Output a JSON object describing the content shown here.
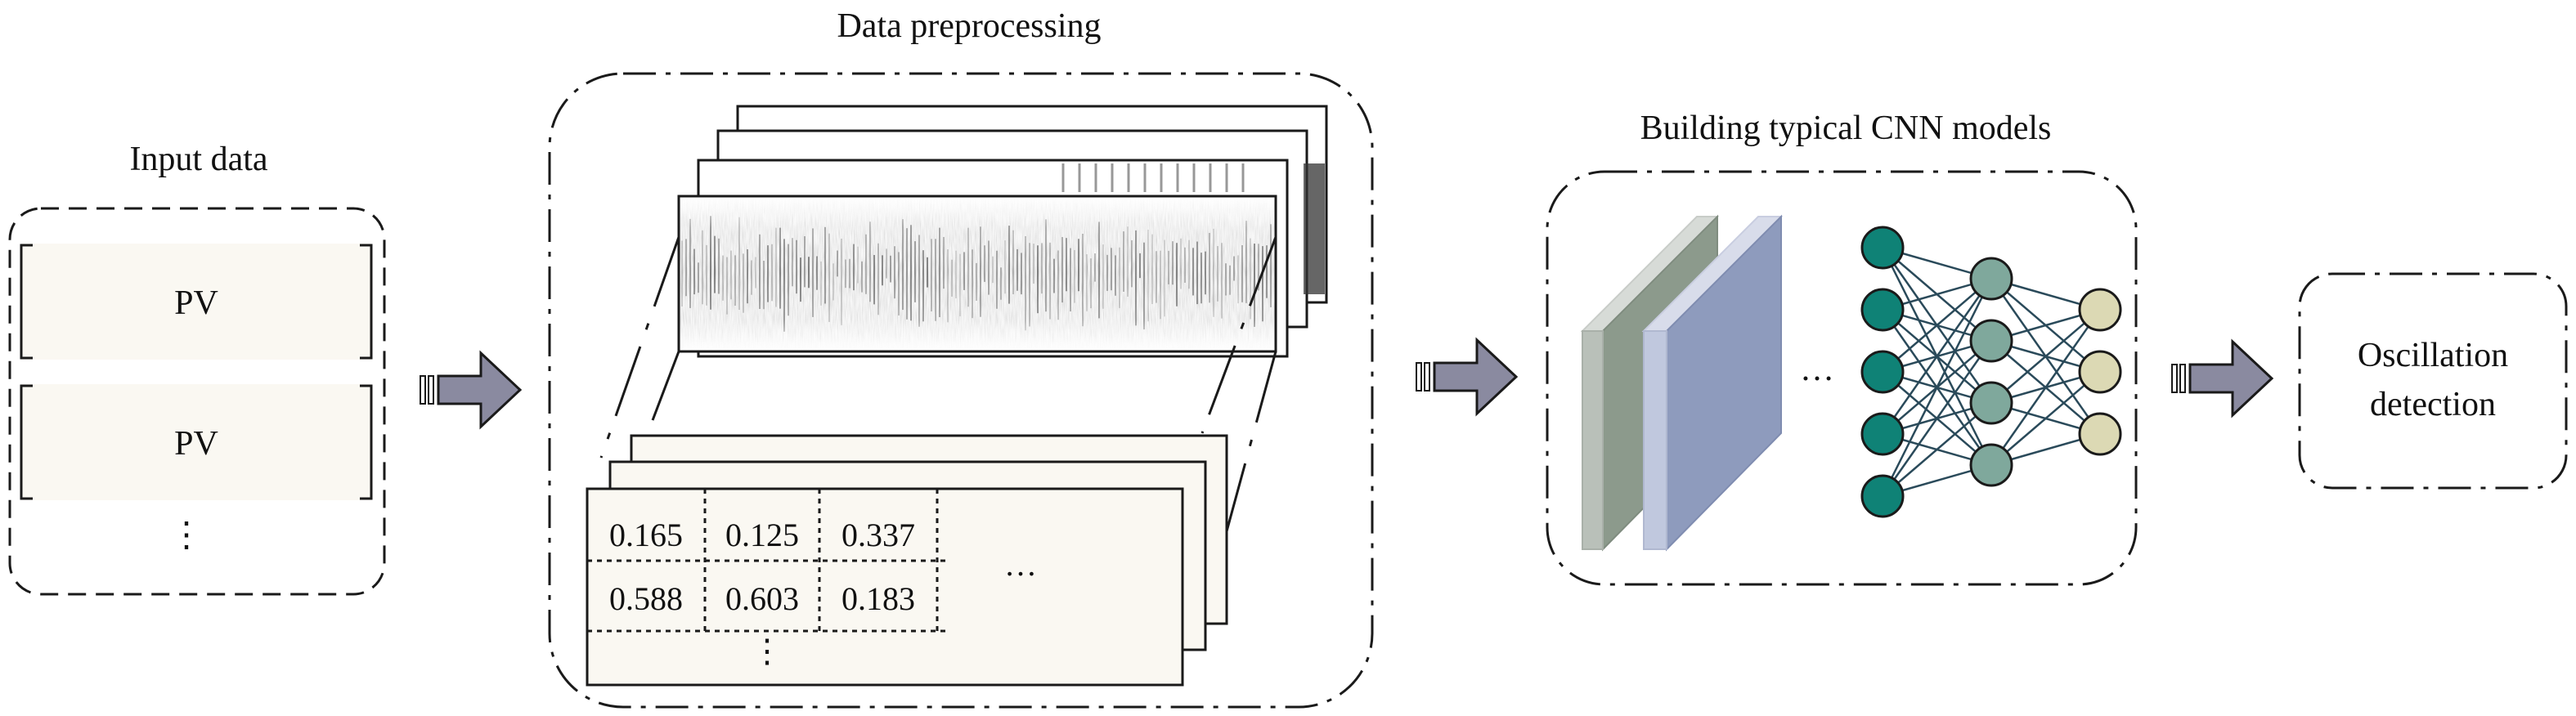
{
  "stages": {
    "input": {
      "title": "Input data",
      "items": [
        "PV",
        "PV"
      ],
      "ellipsis": "⋮"
    },
    "preprocessing": {
      "title": "Data preprocessing",
      "matrix": {
        "rows": [
          [
            "0.165",
            "0.125",
            "0.337"
          ],
          [
            "0.588",
            "0.603",
            "0.183"
          ]
        ],
        "row_ellipsis": "…",
        "col_ellipsis": "⋮"
      }
    },
    "cnn": {
      "title": "Building typical CNN models",
      "ellipsis": "…",
      "network_layers": [
        5,
        4,
        3
      ]
    },
    "output": {
      "title_line1": "Oscillation",
      "title_line2": "detection"
    }
  },
  "colors": {
    "panel_fill": "#faf8f2",
    "arrow_fill": "#8a8aa0",
    "conv_layer_1": "#8c9a8c",
    "conv_layer_2": "#8e9bbd",
    "node_input": "#0f8276",
    "node_hidden": "#7fa89c",
    "node_output": "#dcd9b4",
    "edge": "#2a4a5a"
  }
}
